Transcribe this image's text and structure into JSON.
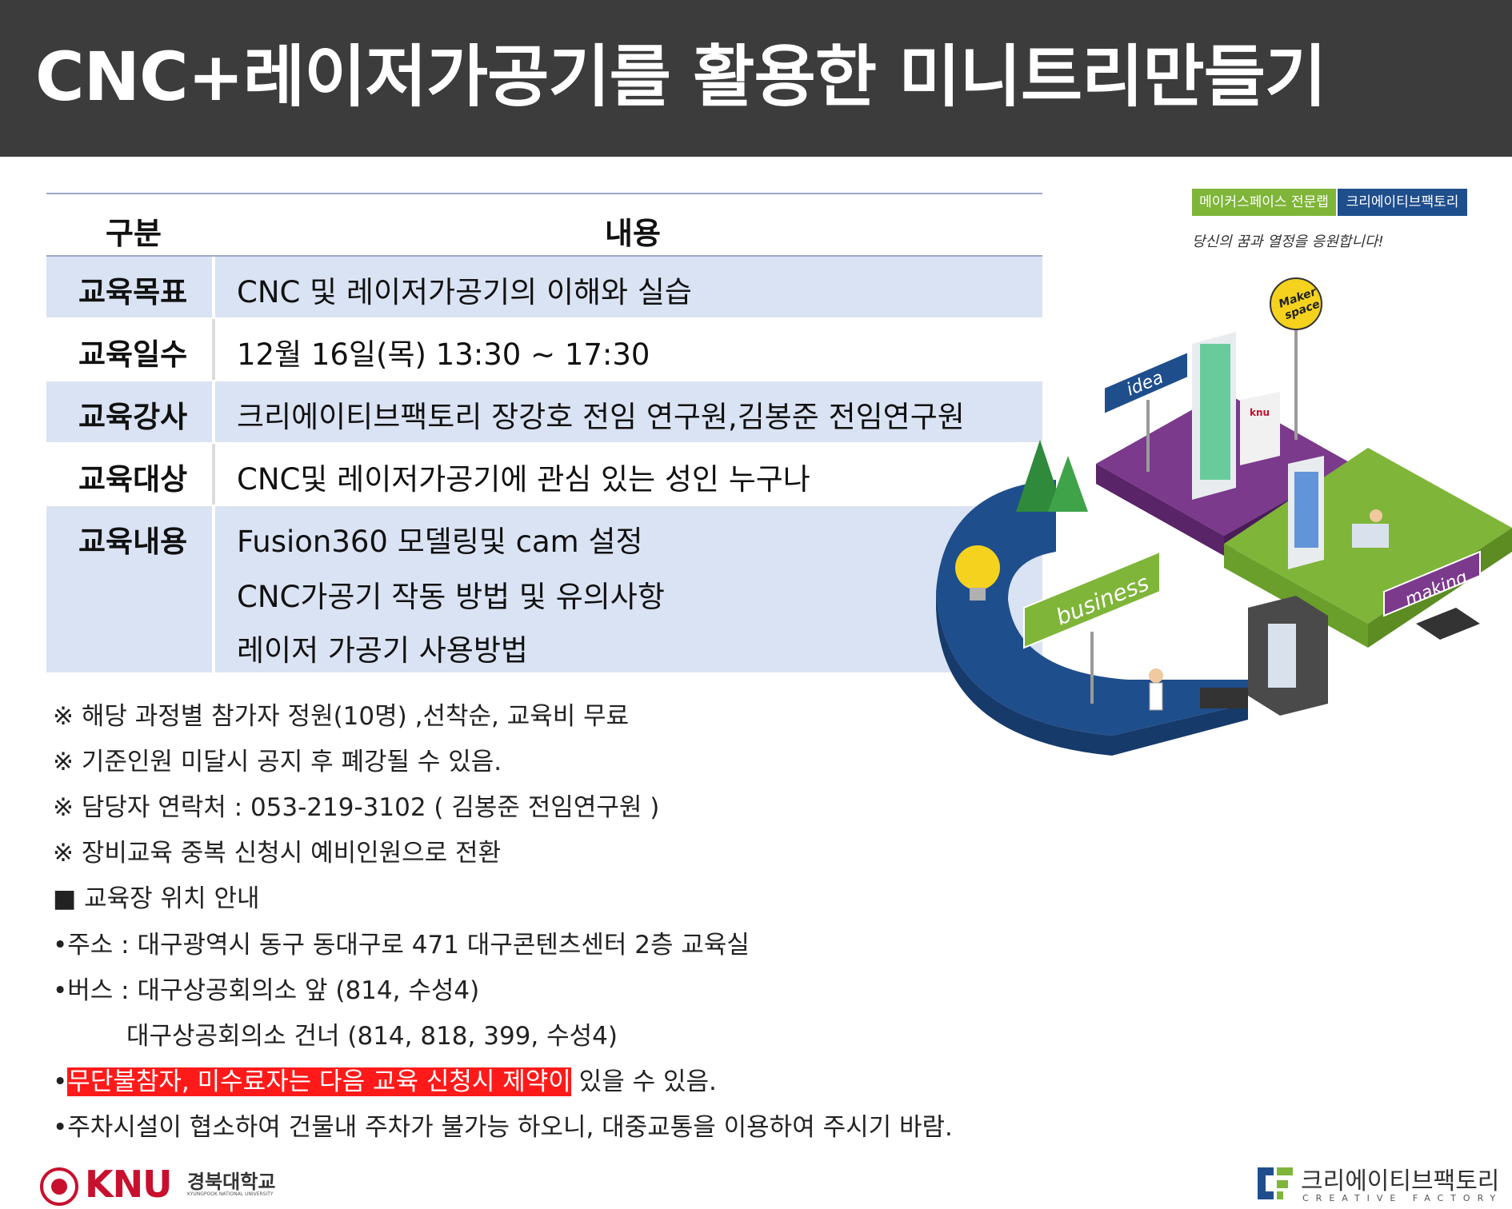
{
  "title": "CNC+레이저가공기를 활용한 미니트리만들기",
  "table": {
    "header": {
      "col1": "구분",
      "col2": "내용"
    },
    "rows": [
      {
        "label": "교육목표",
        "lines": [
          "CNC 및 레이저가공기의 이해와 실습"
        ]
      },
      {
        "label": "교육일수",
        "lines": [
          "12월 16일(목) 13:30 ~ 17:30"
        ]
      },
      {
        "label": "교육강사",
        "lines": [
          "크리에이티브팩토리 장강호 전임 연구원,김봉준 전임연구원"
        ]
      },
      {
        "label": "교육대상",
        "lines": [
          "CNC및 레이저가공기에 관심 있는 성인 누구나"
        ]
      },
      {
        "label": "교육내용",
        "lines": [
          "Fusion360 모델링및 cam 설정",
          "CNC가공기 작동 방법 및 유의사항",
          "레이저 가공기 사용방법"
        ]
      }
    ]
  },
  "notes": {
    "n1": "※ 해당 과정별 참가자 정원(10명) ,선착순, 교육비 무료",
    "n2": "※ 기준인원 미달시 공지 후 폐강될 수 있음.",
    "n3": "※ 담당자 연락처 : 053-219-3102 ( 김봉준 전임연구원 )",
    "n4": "※ 장비교육 중복 신청시 예비인원으로 전환",
    "location_heading": "■ 교육장 위치 안내",
    "address": "•주소 : 대구광역시 동구 동대구로 471 대구콘텐츠센터 2층 교육실",
    "bus1": "•버스 : 대구상공회의소 앞 (814, 수성4)",
    "bus2": "대구상공회의소 건너 (814, 818, 399, 수성4)",
    "warn_bullet": "•",
    "warn_highlight": "무단불참자, 미수료자는 다음 교육 신청시 제약이",
    "warn_rest": " 있을 수 있음.",
    "parking": "•주차시설이 협소하여 건물내 주차가 불가능 하오니, 대중교통을 이용하여 주시기 바람."
  },
  "illustration": {
    "tag1": "메이커스페이스 전문랩",
    "tag2": "크리에이티브팩토리",
    "slogan": "당신의 꿈과 열정을 응원합니다!",
    "sign_maker_1": "Maker",
    "sign_maker_2": "space",
    "sign_idea": "idea",
    "sign_business": "business",
    "sign_making": "making",
    "building_logo": "knu"
  },
  "footer": {
    "knu_mark": "KNU",
    "knu_kr": "경북대학교",
    "knu_en": "KYUNGPOOK NATIONAL UNIVERSITY",
    "cf_kr": "크리에이티브팩토리",
    "cf_en": "CREATIVE FACTORY"
  },
  "colors": {
    "header_bg": "#3c3c3c",
    "row_shade": "#dae3f3",
    "highlight": "#ff1a1a",
    "purple": "#7b3a8c",
    "green": "#7fb539",
    "blue": "#1f4e8c"
  }
}
